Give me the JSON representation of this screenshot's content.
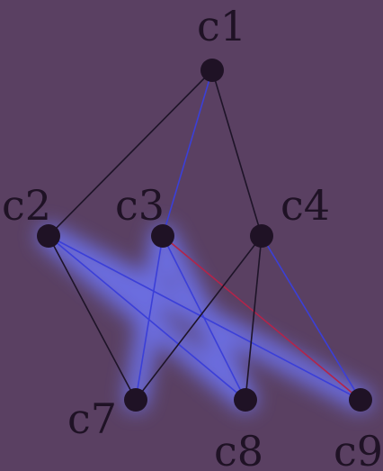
{
  "nodes": [
    {
      "id": "c1",
      "label": "c1"
    },
    {
      "id": "c2",
      "label": "c2"
    },
    {
      "id": "c3",
      "label": "c3"
    },
    {
      "id": "c4",
      "label": "c4"
    },
    {
      "id": "c7",
      "label": "c7"
    },
    {
      "id": "c8",
      "label": "c8"
    },
    {
      "id": "c9",
      "label": "c9"
    }
  ],
  "edges": [
    {
      "from": "c1",
      "to": "c2",
      "color": "black"
    },
    {
      "from": "c1",
      "to": "c3",
      "color": "blue"
    },
    {
      "from": "c1",
      "to": "c4",
      "color": "black"
    },
    {
      "from": "c2",
      "to": "c7",
      "color": "black"
    },
    {
      "from": "c2",
      "to": "c8",
      "color": "blue"
    },
    {
      "from": "c2",
      "to": "c9",
      "color": "blue"
    },
    {
      "from": "c3",
      "to": "c7",
      "color": "blue"
    },
    {
      "from": "c3",
      "to": "c8",
      "color": "blue"
    },
    {
      "from": "c3",
      "to": "c9",
      "color": "red"
    },
    {
      "from": "c4",
      "to": "c7",
      "color": "black"
    },
    {
      "from": "c4",
      "to": "c8",
      "color": "black"
    },
    {
      "from": "c4",
      "to": "c9",
      "color": "blue"
    }
  ],
  "colors": {
    "background": "#5a4062",
    "node": "#1f1225",
    "black_edge": "#1e1428",
    "blue_edge": "#3b3fd8",
    "red_edge": "#b3244a",
    "glow": "#6f78ff"
  }
}
